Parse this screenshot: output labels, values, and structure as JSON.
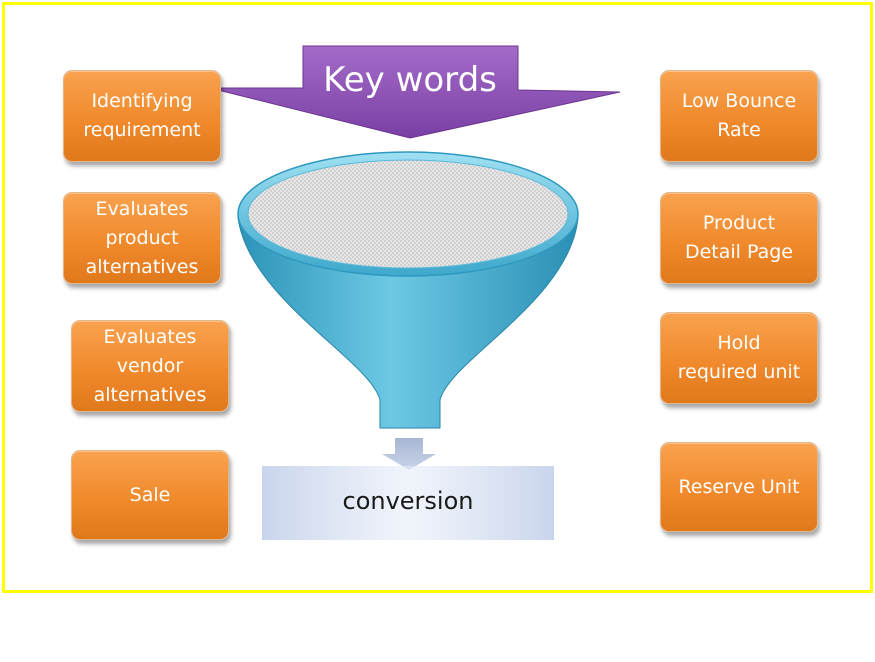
{
  "banner": {
    "label": "Key words"
  },
  "conversion": {
    "label": "conversion"
  },
  "left_steps": [
    {
      "label": "Identifying\nrequirement"
    },
    {
      "label": "Evaluates\nproduct\nalternatives"
    },
    {
      "label": "Evaluates\nvendor\nalternatives"
    },
    {
      "label": "Sale"
    }
  ],
  "right_steps": [
    {
      "label": "Low Bounce\nRate"
    },
    {
      "label": "Product\nDetail Page"
    },
    {
      "label": "Hold\nrequired unit"
    },
    {
      "label": "Reserve Unit"
    }
  ],
  "colors": {
    "frame": "#ffff00",
    "box_fill": "#f08a2c",
    "banner_fill": "#8b4fb3",
    "funnel_fill": "#4fb8d6",
    "conversion_fill": "#c9d6ec"
  }
}
